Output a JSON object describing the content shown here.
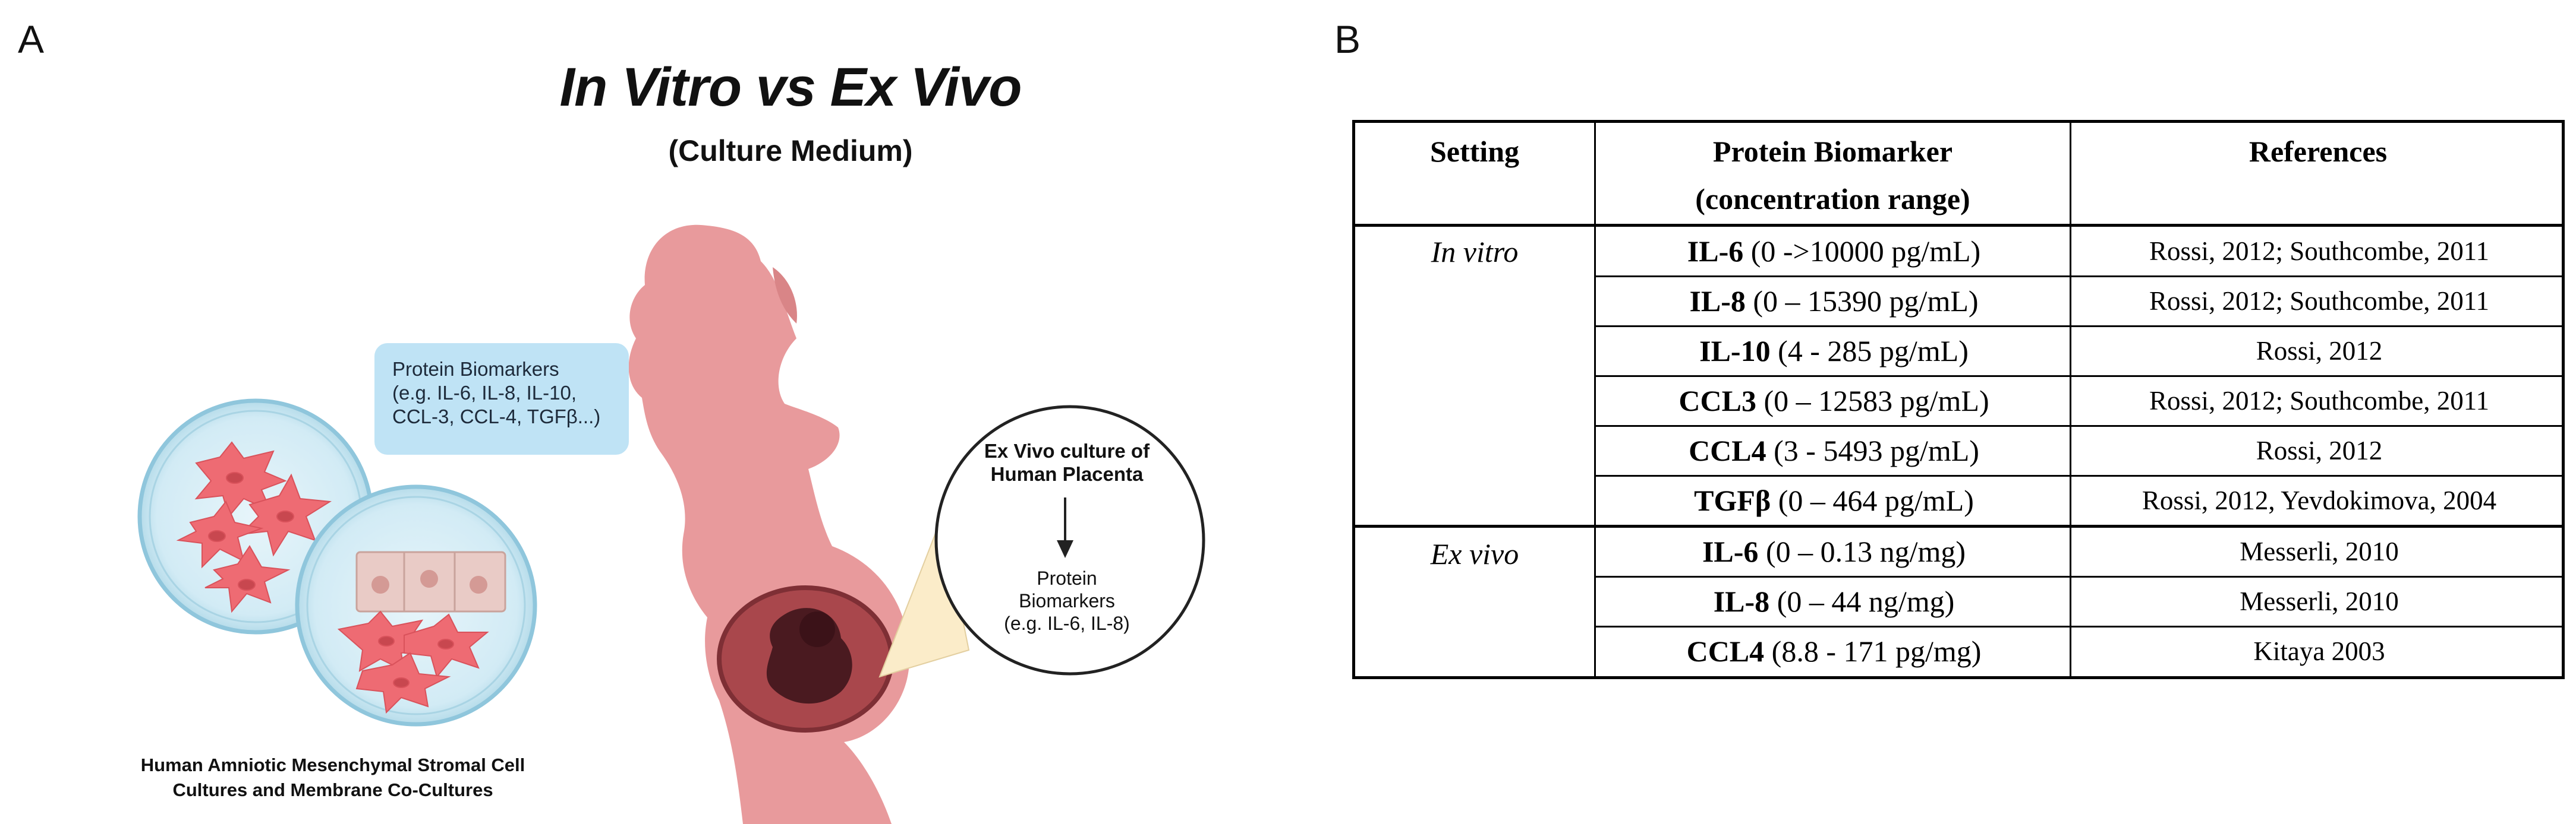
{
  "panel_labels": {
    "a": "A",
    "b": "B"
  },
  "panel_a": {
    "title": "In Vitro vs Ex Vivo",
    "subtitle": "(Culture Medium)",
    "biomarker_box_lines": [
      "Protein Biomarkers",
      "(e.g. IL-6, IL-8, IL-10,",
      "CCL-3, CCL-4, TGFβ...)"
    ],
    "ex_vivo_heading_lines": [
      "Ex Vivo culture of",
      "Human Placenta"
    ],
    "ex_vivo_result_lines": [
      "Protein",
      "Biomarkers",
      "(e.g. IL-6, IL-8)"
    ],
    "caption_lines": [
      "Human Amniotic Mesenchymal Stromal Cell",
      "Cultures and Membrane Co-Cultures"
    ],
    "colors": {
      "petri_fill": "#d6edf6",
      "petri_rim": "#8fc6dc",
      "cell_red": "#ee6b73",
      "membrane": "#e9cbc6",
      "silhouette": "#e89a9c",
      "uterus": "#a9474c",
      "fetus": "#4a1a20",
      "zoom_cone": "#fbecc9",
      "box_blue": "#bfe3f5"
    }
  },
  "panel_b": {
    "headers": {
      "setting": "Setting",
      "biomarker_line1": "Protein Biomarker",
      "biomarker_line2": "(concentration range)",
      "references": "References"
    },
    "settings": {
      "in_vitro": "In vitro",
      "ex_vivo": "Ex vivo"
    },
    "rows": [
      {
        "marker": "IL-6",
        "range": " (0 ->10000  pg/mL)",
        "ref": "Rossi, 2012; Southcombe, 2011"
      },
      {
        "marker": "IL-8",
        "range": " (0 – 15390 pg/mL)",
        "ref": "Rossi, 2012; Southcombe, 2011"
      },
      {
        "marker": "IL-10",
        "range": " (4 - 285 pg/mL)",
        "ref": "Rossi, 2012"
      },
      {
        "marker": "CCL3",
        "range": " (0 – 12583 pg/mL)",
        "ref": "Rossi, 2012; Southcombe, 2011"
      },
      {
        "marker": "CCL4",
        "range": " (3 - 5493 pg/mL)",
        "ref": "Rossi, 2012"
      },
      {
        "marker": "TGFβ",
        "range": " (0 – 464 pg/mL)",
        "ref": "Rossi, 2012, Yevdokimova, 2004"
      },
      {
        "marker": "IL-6",
        "range": " (0 – 0.13 ng/mg)",
        "ref": "Messerli, 2010"
      },
      {
        "marker": "IL-8",
        "range": " (0 – 44 ng/mg)",
        "ref": "Messerli, 2010"
      },
      {
        "marker": "CCL4",
        "range": " (8.8 - 171 pg/mg)",
        "ref": "Kitaya 2003"
      }
    ]
  }
}
